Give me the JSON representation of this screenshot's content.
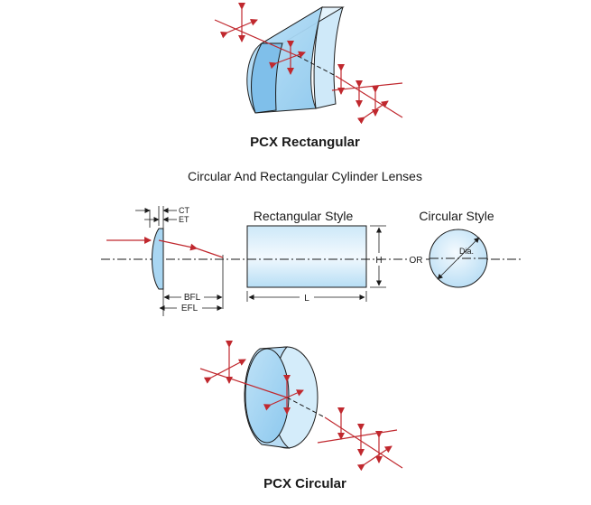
{
  "titles": {
    "pcx_rectangular": "PCX Rectangular",
    "section_heading": "Circular And Rectangular Cylinder Lenses",
    "rectangular_style": "Rectangular Style",
    "circular_style": "Circular Style",
    "pcx_circular": "PCX Circular"
  },
  "dimensions": {
    "ct": "CT",
    "et": "ET",
    "bfl": "BFL",
    "efl": "EFL",
    "height": "H",
    "length": "L",
    "or": "OR",
    "diameter": "Dia."
  },
  "colors": {
    "ray": "#c0282e",
    "lens_light": "#dff0fb",
    "lens_mid": "#a9d6f2",
    "lens_edge": "#6db7e6",
    "outline": "#1a1a1a"
  }
}
